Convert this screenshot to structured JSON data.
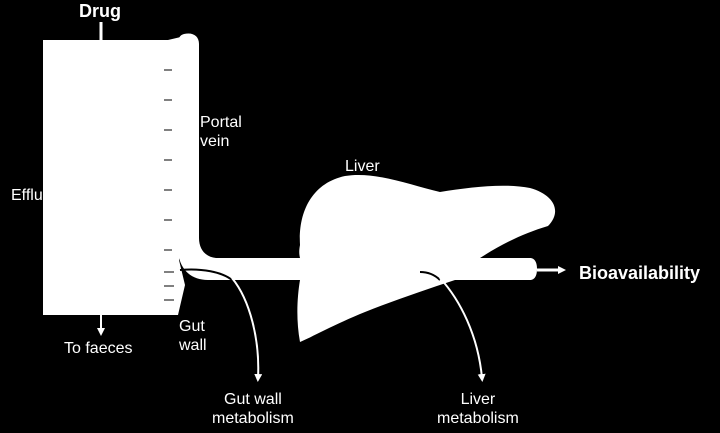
{
  "diagram": {
    "labels": {
      "drug": "Drug",
      "portal_vein": "Portal\nvein",
      "liver": "Liver",
      "efflux": "Efflu",
      "to_faeces": "To faeces",
      "gut_wall": "Gut\nwall",
      "gut_wall_metabolism": "Gut wall\nmetabolism",
      "liver_metabolism": "Liver\nmetabolism",
      "bioavailability": "Bioavailability"
    },
    "colors": {
      "background": "#000000",
      "foreground": "#ffffff"
    }
  }
}
